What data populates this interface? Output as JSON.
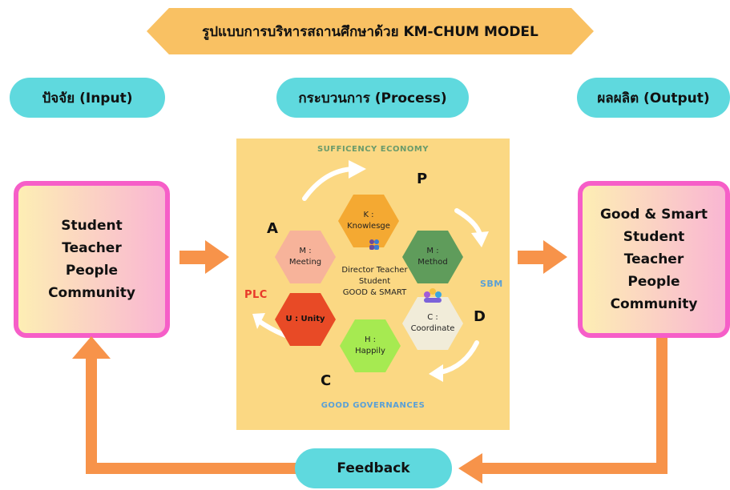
{
  "title": "รูปแบบการบริหารสถานศึกษาด้วย KM-CHUM MODEL",
  "headers": {
    "input": "ปัจจัย (Input)",
    "process": "กระบวนการ (Process)",
    "output": "ผลผลิต (Output)"
  },
  "input_box": [
    "Student",
    "Teacher",
    "People",
    "Community"
  ],
  "output_box": [
    "Good & Smart",
    "Student",
    "Teacher",
    "People",
    "Community"
  ],
  "process": {
    "top_label": "SUFFICENCY ECONOMY",
    "bottom_label": "GOOD GOVERNANCES",
    "left_label": "PLC",
    "right_label": "SBM",
    "letters": {
      "p": "P",
      "d": "D",
      "c": "C",
      "a": "A"
    },
    "center": [
      "Director Teacher",
      "Student",
      "GOOD & SMART"
    ],
    "hexagons": [
      {
        "key": "k",
        "line1": "K :",
        "line2": "Knowlesge",
        "color": "#f4a932"
      },
      {
        "key": "m1",
        "line1": "M :",
        "line2": "Method",
        "color": "#5f9c5b"
      },
      {
        "key": "c",
        "line1": "C :",
        "line2": "Coordinate",
        "color": "#f1ecd9"
      },
      {
        "key": "h",
        "line1": "H :",
        "line2": "Happily",
        "color": "#a6ea51"
      },
      {
        "key": "u",
        "line1": "U : Unity",
        "line2": "",
        "color": "#e84a26"
      },
      {
        "key": "m2",
        "line1": "M :",
        "line2": "Meeting",
        "color": "#f7b39a"
      }
    ],
    "colors": {
      "accent_label": "#5aa0d6",
      "plc": "#e8392a",
      "panel": "#fbd883"
    }
  },
  "feedback": "Feedback",
  "colors": {
    "banner": "#f9c163",
    "pill": "#5fd9de",
    "box_border": "#f65ec8",
    "arrow": "#f7934a"
  }
}
